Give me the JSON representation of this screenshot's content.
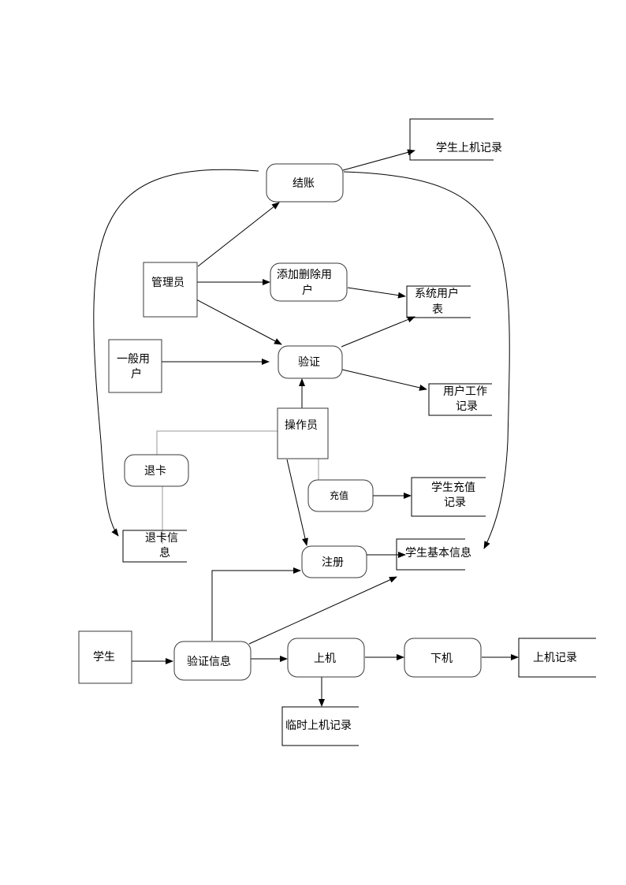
{
  "nodes": {
    "checkout": "结账",
    "student_login_record_store": "学生上机记录",
    "admin": "管理员",
    "add_delete_user": [
      "添加删除用",
      "户"
    ],
    "system_user_table": [
      "系统用户",
      "表"
    ],
    "general_user": [
      "一般用",
      "户"
    ],
    "verify": "验证",
    "user_work_record": [
      "用户工作",
      "记录"
    ],
    "operator": "操作员",
    "refund_card": "退卡",
    "recharge": "充值",
    "student_recharge_record": [
      "学生充值",
      "记录"
    ],
    "refund_card_info": [
      "退卡信",
      "息"
    ],
    "register": "注册",
    "student_basic_info": "学生基本信息",
    "student": "学生",
    "verify_info": "验证信息",
    "logon": "上机",
    "logoff": "下机",
    "logon_record": "上机记录",
    "temp_logon_record": "临时上机记录"
  }
}
